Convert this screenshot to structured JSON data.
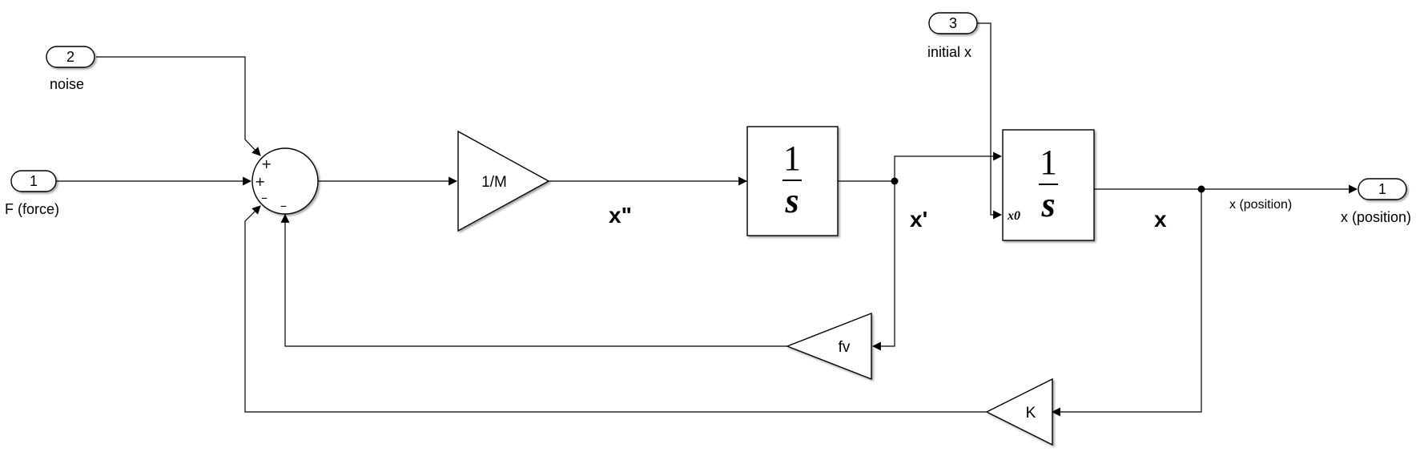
{
  "inports": {
    "force": {
      "number": "1",
      "label": "F (force)"
    },
    "noise": {
      "number": "2",
      "label": "noise"
    },
    "initial": {
      "number": "3",
      "label": "initial x"
    }
  },
  "outport": {
    "number": "1",
    "label": "x (position)"
  },
  "signals": {
    "xdd": "x\"",
    "xd": "x'",
    "x": "x",
    "x_out": "x (position)"
  },
  "blocks": {
    "gain_m": "1/M",
    "gain_fv": "fv",
    "gain_k": "K",
    "integrator1": {
      "numerator": "1",
      "denominator": "s"
    },
    "integrator2": {
      "numerator": "1",
      "denominator": "s",
      "ic_port": "x0"
    }
  },
  "sum_signs": [
    "+",
    "+",
    "–",
    "–"
  ]
}
